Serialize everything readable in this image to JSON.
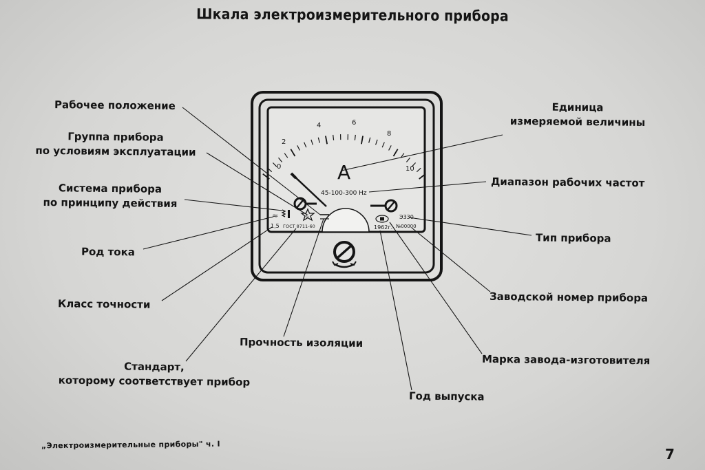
{
  "title": "Шкала электроизмерительного прибора",
  "labels": {
    "working_position": "Рабочее положение",
    "group_line1": "Группа прибора",
    "group_line2": "по условиям эксплуатации",
    "system_line1": "Система прибора",
    "system_line2": "по принципу действия",
    "current_type": "Род тока",
    "accuracy_class": "Класс точности",
    "standard_line1": "Стандарт,",
    "standard_line2": "которому соответствует прибор",
    "insulation": "Прочность изоляции",
    "unit_line1": "Единица",
    "unit_line2": "измеряемой величины",
    "frequency_range": "Диапазон рабочих частот",
    "device_type": "Тип прибора",
    "serial_number": "Заводской номер прибора",
    "manufacturer_mark": "Марка завода-изготовителя",
    "year": "Год выпуска"
  },
  "meter": {
    "unit": "A",
    "scale_labels": [
      "0",
      "2",
      "4",
      "6",
      "8",
      "10"
    ],
    "frequency": "45-100-300 Hz",
    "accuracy": "1,5",
    "gost": "ГОСТ 8711-60",
    "type_code": "Э330",
    "serial": "№00000",
    "year": "1962г.",
    "group": "Б",
    "current_symbol": "≈"
  },
  "footer": "„Электроизмерительные приборы\" ч. I",
  "page_number": "7"
}
